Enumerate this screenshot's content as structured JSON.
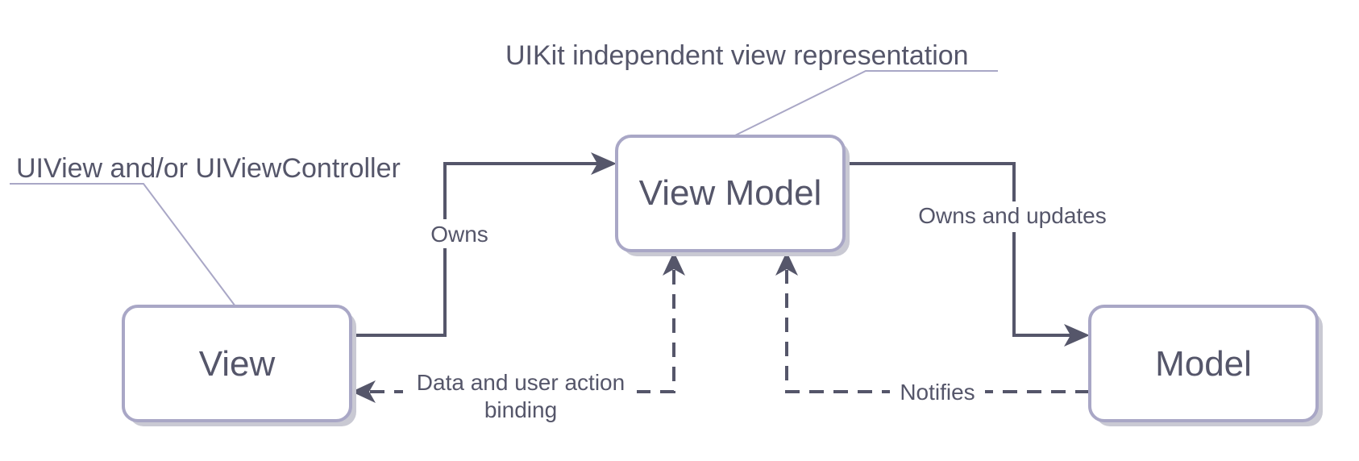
{
  "nodes": {
    "view": {
      "label": "View"
    },
    "view_model": {
      "label": "View Model"
    },
    "model": {
      "label": "Model"
    }
  },
  "edges": {
    "owns": {
      "label": "Owns"
    },
    "owns_and_updates": {
      "label": "Owns and updates"
    },
    "binding": {
      "label_line1": "Data and user action",
      "label_line2": "binding"
    },
    "notifies": {
      "label": "Notifies"
    }
  },
  "annotations": {
    "view_note": "UIView and/or UIViewController",
    "view_model_note": "UIKit independent view representation"
  },
  "colors": {
    "box_border": "#a9a7c6",
    "text": "#55566a",
    "connector": "#55566a"
  }
}
